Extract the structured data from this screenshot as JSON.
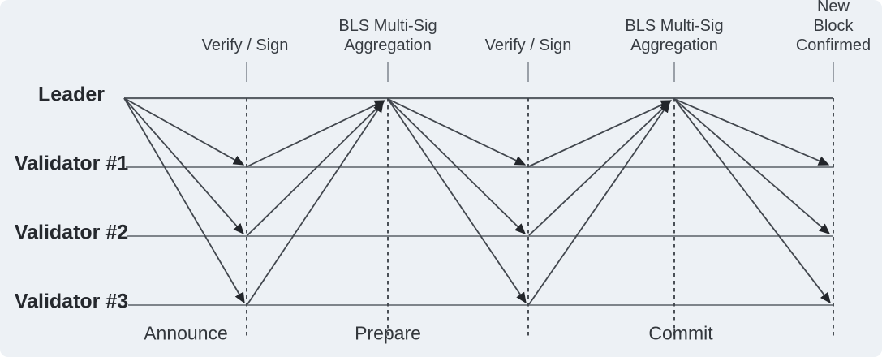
{
  "diagram": {
    "type": "consensus-sequence-diagram",
    "lanes": [
      {
        "label": "Leader"
      },
      {
        "label": "Validator #1"
      },
      {
        "label": "Validator #2"
      },
      {
        "label": "Validator #3"
      }
    ],
    "events": [
      {
        "label": "Verify / Sign"
      },
      {
        "label": "BLS Multi-Sig\nAggregation"
      },
      {
        "label": "Verify / Sign"
      },
      {
        "label": "BLS Multi-Sig\nAggregation"
      },
      {
        "label": "New Block\nConfirmed"
      }
    ],
    "phases": [
      {
        "label": "Announce"
      },
      {
        "label": "Prepare"
      },
      {
        "label": "Commit"
      }
    ],
    "colors": {
      "background": "#edf1f5",
      "timeline": "#5a6066",
      "arrow": "#42474e",
      "arrowhead": "#23262b",
      "tick": "#9aa0a8",
      "text": "#2b2f34"
    }
  }
}
